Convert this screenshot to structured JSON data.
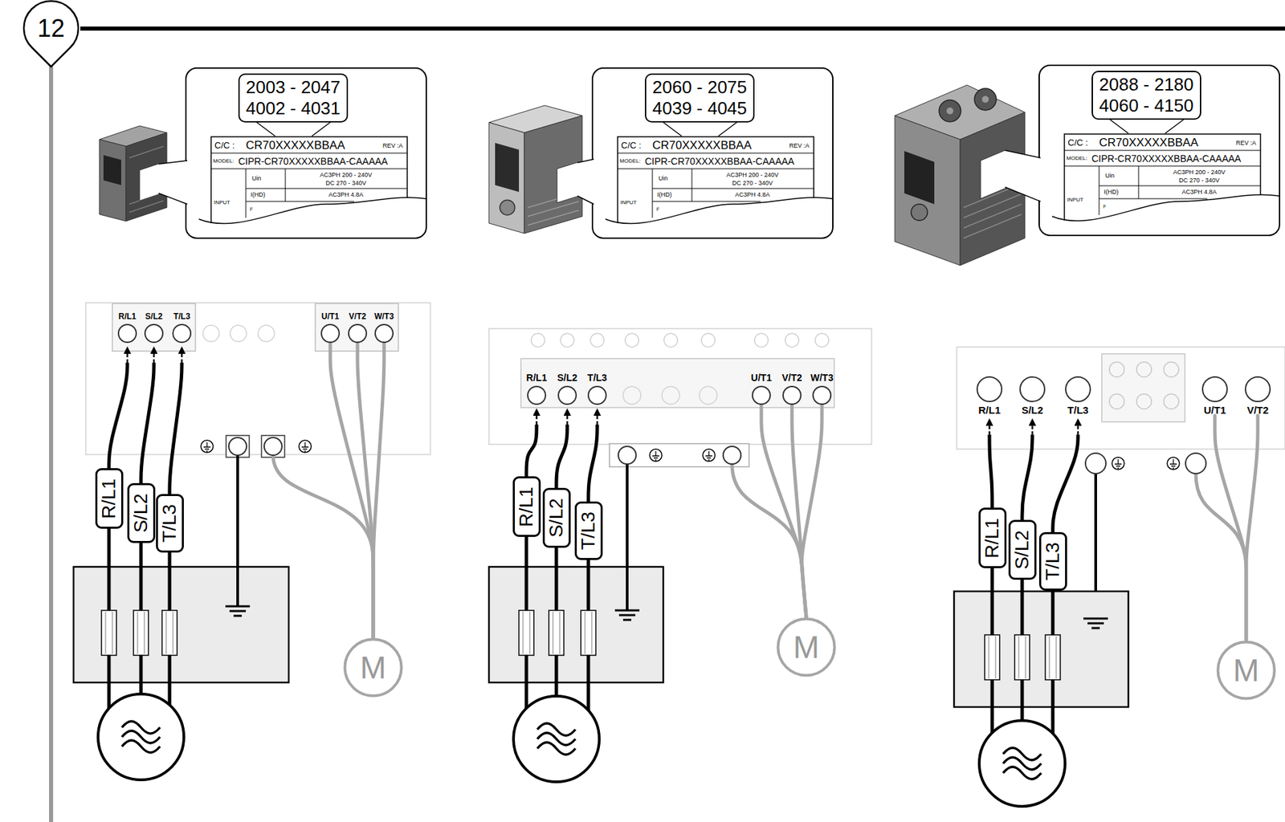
{
  "diagram": {
    "nodes": [
      {
        "text": [
          "12"
        ]
      },
      {
        "text": [
          "2003 - 2047",
          "4002 - 4031"
        ]
      },
      {
        "text": [
          "R/L1"
        ]
      },
      {
        "text": [
          "S/L2"
        ]
      },
      {
        "text": [
          "T/L3"
        ]
      },
      {
        "text": [
          "U/T1"
        ]
      },
      {
        "text": [
          "V/T2"
        ]
      },
      {
        "text": [
          "W/T3"
        ]
      },
      {
        "text": [
          "R/L1"
        ]
      },
      {
        "text": [
          "S/L2"
        ]
      },
      {
        "text": [
          "T/L3"
        ]
      },
      {
        "text": [
          "M"
        ]
      },
      {
        "text": [
          "2060 - 2075",
          "4039 - 4045"
        ]
      },
      {
        "text": [
          "R/L1"
        ]
      },
      {
        "text": [
          "S/L2"
        ]
      },
      {
        "text": [
          "T/L3"
        ]
      },
      {
        "text": [
          "U/T1"
        ]
      },
      {
        "text": [
          "V/T2"
        ]
      },
      {
        "text": [
          "W/T3"
        ]
      },
      {
        "text": [
          "R/L1"
        ]
      },
      {
        "text": [
          "S/L2"
        ]
      },
      {
        "text": [
          "T/L3"
        ]
      },
      {
        "text": [
          "M"
        ]
      },
      {
        "text": [
          "2088 - 2180",
          "4060 - 4150"
        ]
      },
      {
        "text": [
          "R/L1"
        ]
      },
      {
        "text": [
          "S/L2"
        ]
      },
      {
        "text": [
          "T/L3"
        ]
      },
      {
        "text": [
          "U/T1"
        ]
      },
      {
        "text": [
          "V/T2"
        ]
      },
      {
        "text": [
          "R/L1"
        ]
      },
      {
        "text": [
          "S/L2"
        ]
      },
      {
        "text": [
          "T/L3"
        ]
      },
      {
        "text": [
          "M"
        ]
      }
    ],
    "edges": [
      {
        "from": 8,
        "to": 2,
        "arrow": "to"
      },
      {
        "from": 9,
        "to": 3,
        "arrow": "to"
      },
      {
        "from": 10,
        "to": 4,
        "arrow": "to"
      },
      {
        "from": 11,
        "to": 5,
        "arrow": "none"
      },
      {
        "from": 11,
        "to": 6,
        "arrow": "none"
      },
      {
        "from": 11,
        "to": 7,
        "arrow": "none"
      },
      {
        "from": 19,
        "to": 13,
        "arrow": "to"
      },
      {
        "from": 20,
        "to": 14,
        "arrow": "to"
      },
      {
        "from": 21,
        "to": 15,
        "arrow": "to"
      },
      {
        "from": 22,
        "to": 16,
        "arrow": "none"
      },
      {
        "from": 22,
        "to": 17,
        "arrow": "none"
      },
      {
        "from": 22,
        "to": 18,
        "arrow": "none"
      },
      {
        "from": 29,
        "to": 24,
        "arrow": "to"
      },
      {
        "from": 30,
        "to": 25,
        "arrow": "to"
      },
      {
        "from": 31,
        "to": 26,
        "arrow": "to"
      },
      {
        "from": 32,
        "to": 27,
        "arrow": "none"
      },
      {
        "from": 32,
        "to": 28,
        "arrow": "none"
      }
    ],
    "labels": [
      "C/C :",
      "CR70XXXXXBBAA",
      "REV :A",
      "MODEL:",
      "CIPR-CR70XXXXXBBAA-CAAAAA",
      "Uin",
      "AC3PH 200 - 240V",
      "DC 270 - 340V",
      "I(HD)",
      "AC3PH 4.8A",
      "INPUT",
      "F",
      "C/C :",
      "CR70XXXXXBBAA",
      "REV :A",
      "MODEL:",
      "CIPR-CR70XXXXXBBAA-CAAAAA",
      "Uin",
      "AC3PH 200 - 240V",
      "DC 270 - 340V",
      "I(HD)",
      "AC3PH 4.8A",
      "INPUT",
      "F",
      "C/C :",
      "CR70XXXXXBBAA",
      "REV :A",
      "MODEL:",
      "CIPR-CR70XXXXXBBAA-CAAAAA",
      "Uin",
      "AC3PH 200 - 240V",
      "DC 270 - 340V",
      "I(HD)",
      "AC3PH 4.8A",
      "INPUT",
      "F"
    ]
  }
}
